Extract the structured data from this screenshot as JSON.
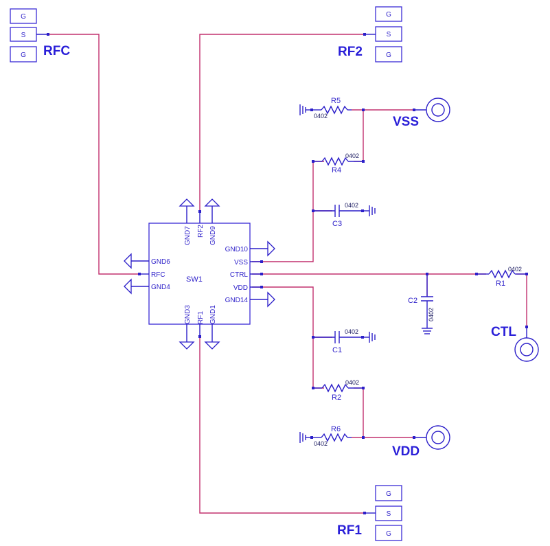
{
  "connectors": {
    "g": "G",
    "s": "S"
  },
  "nets": {
    "rfc": "RFC",
    "rf2": "RF2",
    "rf1": "RF1",
    "vss": "VSS",
    "vdd": "VDD",
    "ctl": "CTL"
  },
  "ic": {
    "ref": "SW1",
    "pins": {
      "gnd7": "GND7",
      "rf2": "RF2",
      "gnd9": "GND9",
      "gnd6": "GND6",
      "rfc": "RFC",
      "gnd4": "GND4",
      "gnd10": "GND10",
      "vss": "VSS",
      "ctrl": "CTRL",
      "vdd": "VDD",
      "gnd14": "GND14",
      "gnd3": "GND3",
      "rf1": "RF1",
      "gnd1": "GND1"
    }
  },
  "components": {
    "r1": "R1",
    "r2": "R2",
    "r4": "R4",
    "r5": "R5",
    "r6": "R6",
    "c1": "C1",
    "c2": "C2",
    "c3": "C3"
  },
  "footprint": "0402"
}
